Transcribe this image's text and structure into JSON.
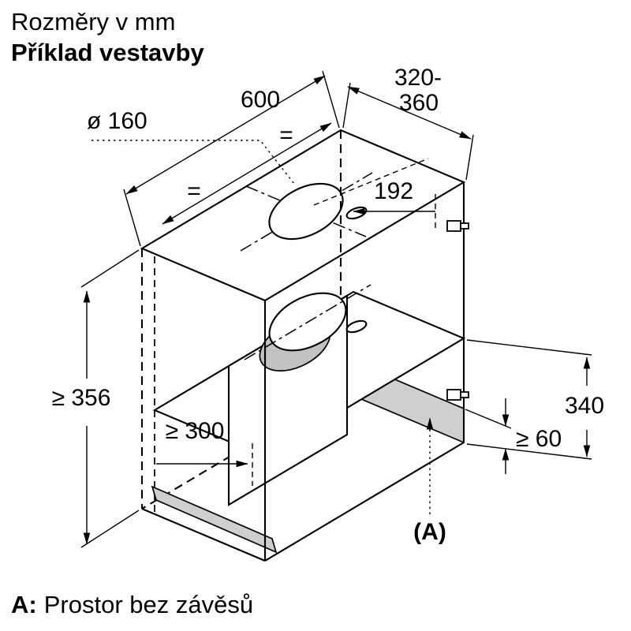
{
  "header": {
    "subtitle": "Rozměry v mm",
    "title": "Příklad vestavby"
  },
  "footer": {
    "label": "A:",
    "text": "Prostor bez závěsů"
  },
  "dims": {
    "duct_diameter": "ø 160",
    "cabinet_width": "600",
    "cabinet_depth_line1": "320-",
    "cabinet_depth_line2": "360",
    "duct_offset": "192",
    "niche_height": "≥ 356",
    "pullout_clearance": "≥ 300",
    "front_height": "340",
    "hinge_free_height": "≥ 60",
    "zone_label": "(A)",
    "equals": "="
  },
  "colors": {
    "background": "#ffffff",
    "line": "#000000",
    "shade": "#cfcfcf",
    "collar": "#c2c2c2"
  }
}
